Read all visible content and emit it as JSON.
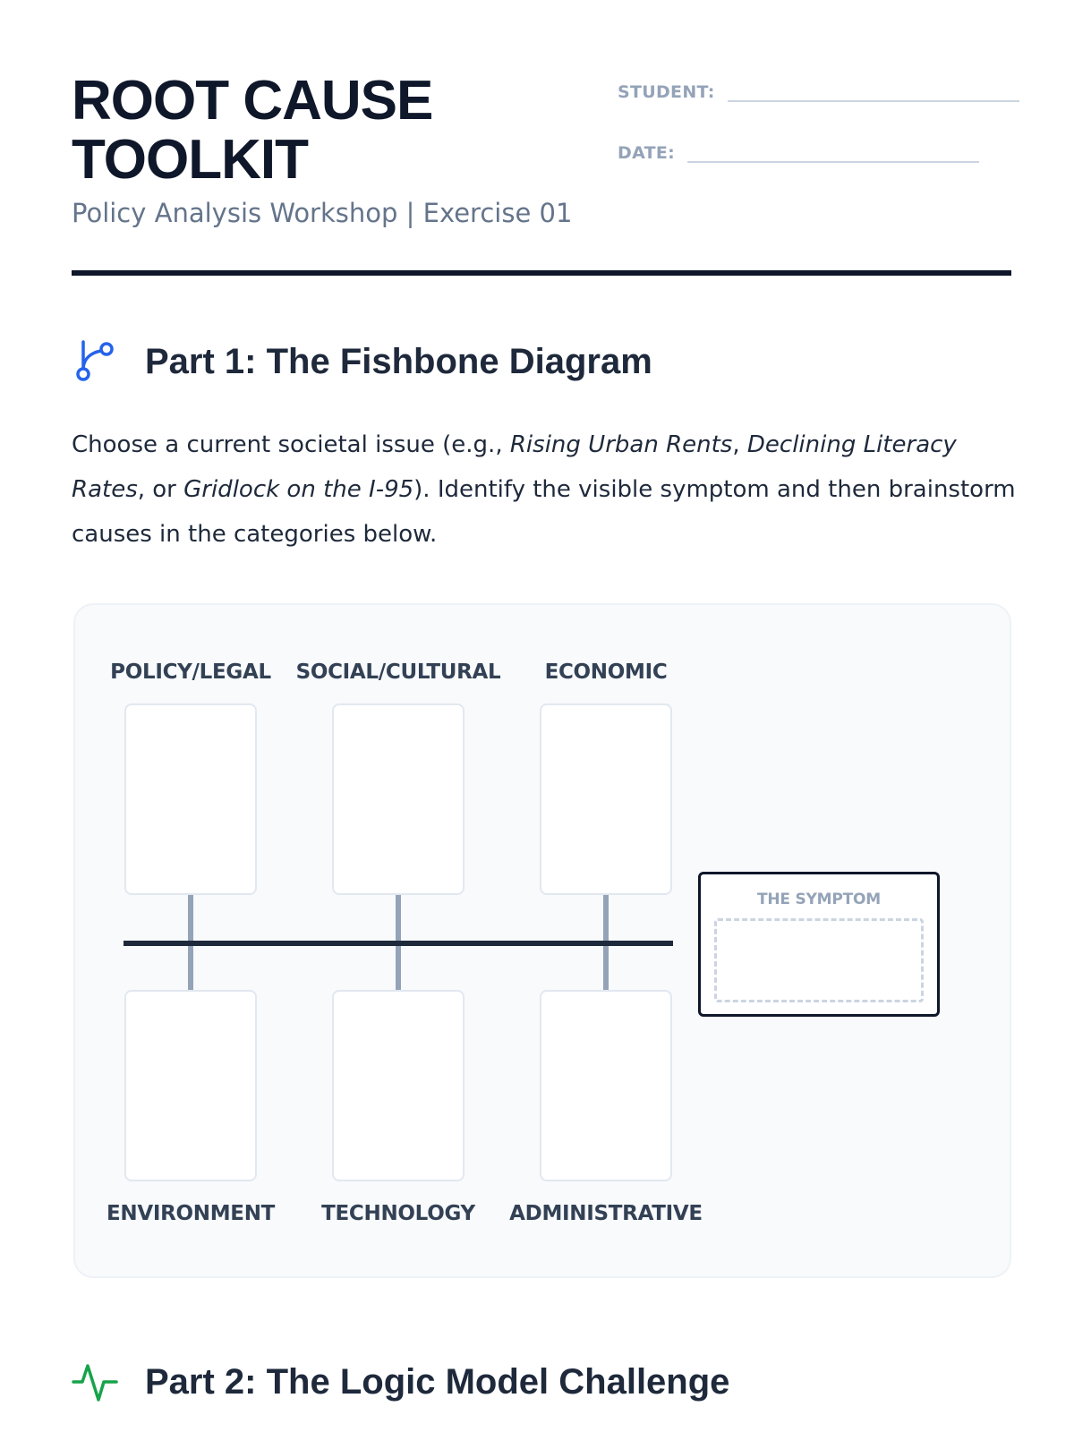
{
  "header": {
    "title": "ROOT CAUSE TOOLKIT",
    "subtitle": "Policy Analysis Workshop | Exercise 01",
    "student_label": "STUDENT:",
    "date_label": "DATE:"
  },
  "part1": {
    "title": "Part 1: The Fishbone Diagram",
    "icon": "git-branch-icon",
    "intro": {
      "t1": "Choose a current societal issue (e.g., ",
      "ex1": "Rising Urban Rents",
      "t2": ", ",
      "ex2": "Declining Literacy Rates",
      "t3": ", or ",
      "ex3": "Gridlock on the I-95",
      "t4": "). Identify the visible symptom and then brainstorm causes in the categories below."
    },
    "categories_top": [
      "POLICY/LEGAL",
      "SOCIAL/CULTURAL",
      "ECONOMIC"
    ],
    "categories_bottom": [
      "ENVIRONMENT",
      "TECHNOLOGY",
      "ADMINISTRATIVE"
    ],
    "symptom_label": "THE SYMPTOM"
  },
  "part2": {
    "title": "Part 2: The Logic Model Challenge",
    "icon": "activity-icon"
  },
  "colors": {
    "ink": "#0f172a",
    "muted": "#64748b",
    "accent_blue": "#2563eb",
    "accent_green": "#16a34a",
    "panel_bg": "#f8fafc"
  }
}
